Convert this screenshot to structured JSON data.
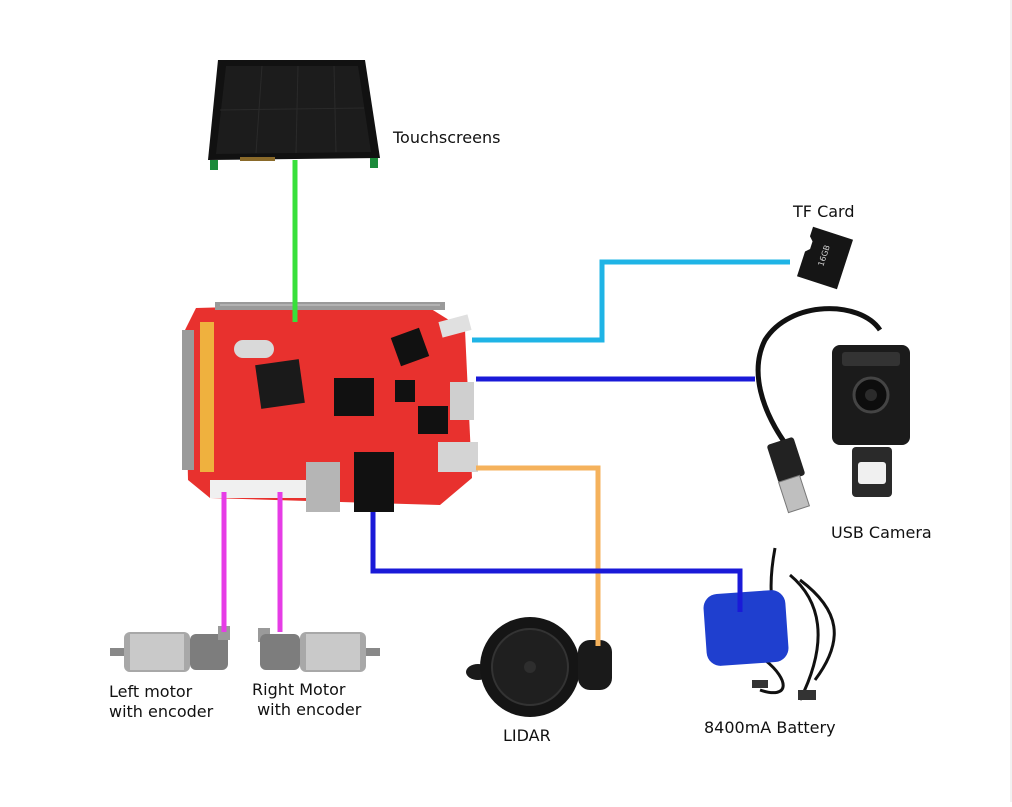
{
  "labels": {
    "touchscreens": "Touchscreens",
    "tf_card": "TF Card",
    "usb_camera": "USB Camera",
    "battery": "8400mA Battery",
    "lidar": "LIDAR",
    "left_motor": "Left motor\nwith encoder",
    "right_motor": "Right Motor\n with encoder"
  },
  "tf_card_print": "16GB",
  "colors": {
    "touchscreen_link": "#38e03a",
    "tf_card_link": "#1fb4e6",
    "usb_camera_link": "#1a1ad8",
    "battery_link": "#1a1ad8",
    "lidar_link": "#f5b25c",
    "motor_link": "#e63ce6",
    "board": "#e8312e",
    "battery_pack": "#1f3fcf"
  }
}
